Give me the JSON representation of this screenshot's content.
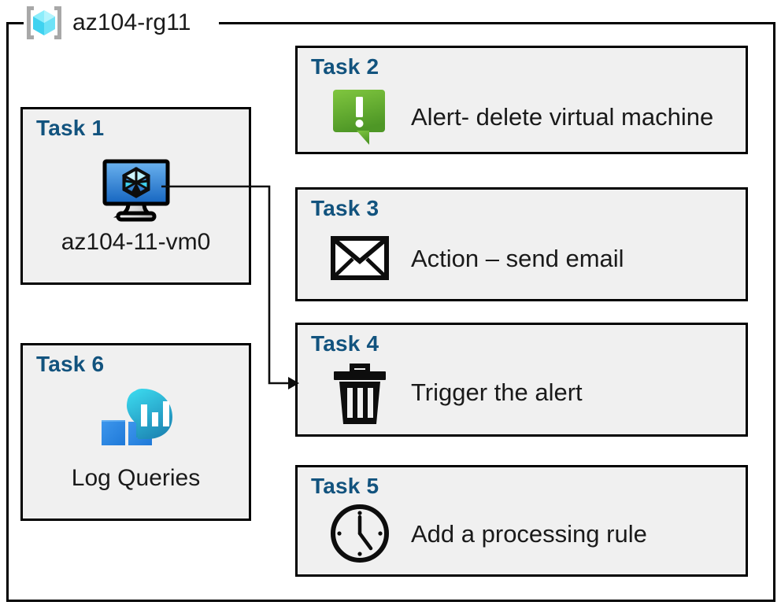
{
  "resource_group": {
    "label": "az104-rg11",
    "icon": "resource-group-cube-icon"
  },
  "colors": {
    "task_title": "#12537e",
    "box_fill": "#f0f0f0",
    "box_border": "#000000",
    "alert_green_light": "#7ac143",
    "alert_green_dark": "#4f9a27",
    "vm_blue_light": "#5aa7e8",
    "vm_blue_dark": "#1565c0",
    "log_cyan": "#32d0e8",
    "log_teal": "#1f8fb8",
    "log_blue_light": "#4ea3f0",
    "log_blue_dark": "#2080d8",
    "rg_cube_cyan": "#67e3f9",
    "rg_bracket_gray": "#a8a8a8"
  },
  "tasks": [
    {
      "id": "task-1",
      "title": "Task 1",
      "label": "az104-11-vm0",
      "icon": "virtual-machine-icon",
      "layout": "square"
    },
    {
      "id": "task-2",
      "title": "Task 2",
      "label": "Alert- delete virtual machine",
      "icon": "alert-exclamation-bubble-icon",
      "layout": "wide"
    },
    {
      "id": "task-3",
      "title": "Task 3",
      "label": "Action – send email",
      "icon": "email-envelope-icon",
      "layout": "wide"
    },
    {
      "id": "task-4",
      "title": "Task 4",
      "label": "Trigger the alert",
      "icon": "trash-delete-icon",
      "layout": "wide"
    },
    {
      "id": "task-5",
      "title": "Task 5",
      "label": "Add a processing rule",
      "icon": "clock-icon",
      "layout": "wide"
    },
    {
      "id": "task-6",
      "title": "Task 6",
      "label": "Log Queries",
      "icon": "log-analytics-icon",
      "layout": "square"
    }
  ],
  "connector": {
    "name": "vm-to-trigger-arrow",
    "from": "task-1",
    "to": "task-4"
  }
}
